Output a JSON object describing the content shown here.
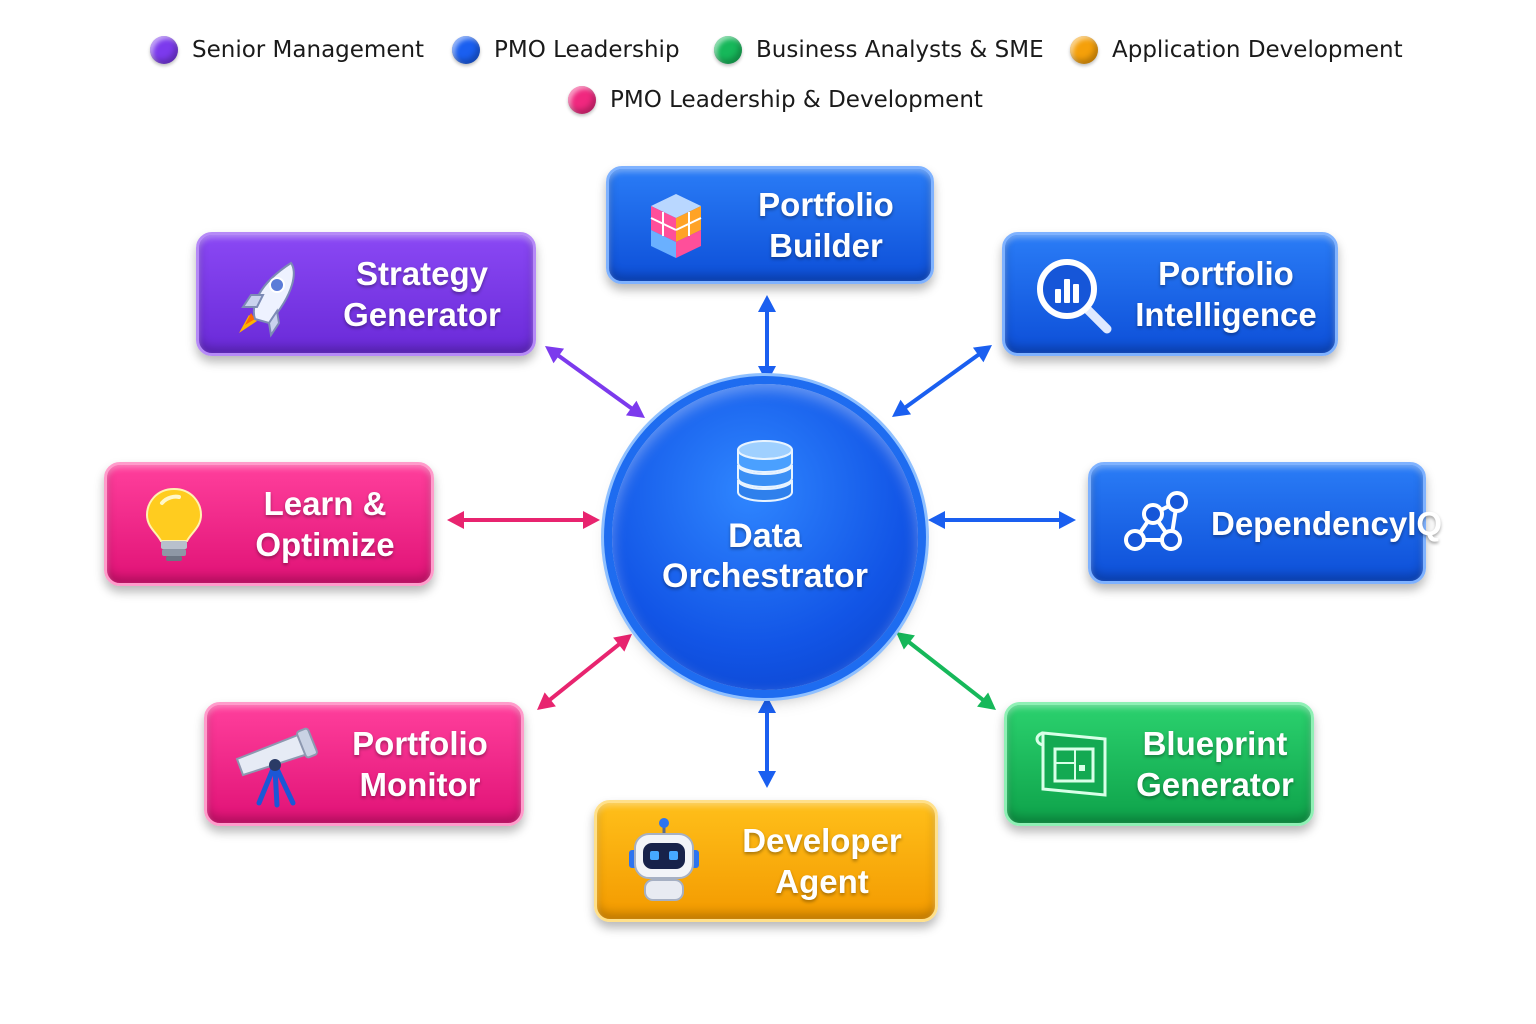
{
  "legend": [
    {
      "label": "Senior Management",
      "color": "#7c3aed"
    },
    {
      "label": "PMO Leadership",
      "color": "#1a5ff0"
    },
    {
      "label": "Business Analysts & SME",
      "color": "#16b85a"
    },
    {
      "label": "Application Development",
      "color": "#f5a00a"
    },
    {
      "label": "PMO Leadership & Development",
      "color": "#f0287f"
    }
  ],
  "hub": {
    "label": "Data\nOrchestrator",
    "icon": "database-icon"
  },
  "nodes": {
    "strategy_generator": {
      "label": "Strategy\nGenerator",
      "icon": "rocket-icon",
      "group": "Senior Management"
    },
    "portfolio_builder": {
      "label": "Portfolio\nBuilder",
      "icon": "cubes-icon",
      "group": "PMO Leadership"
    },
    "portfolio_intelligence": {
      "label": "Portfolio\nIntelligence",
      "icon": "magnifier-chart-icon",
      "group": "PMO Leadership"
    },
    "learn_optimize": {
      "label": "Learn &\nOptimize",
      "icon": "lightbulb-icon",
      "group": "PMO Leadership & Development"
    },
    "dependencyiq": {
      "label": "DependencyIQ",
      "icon": "network-graph-icon",
      "group": "PMO Leadership"
    },
    "portfolio_monitor": {
      "label": "Portfolio\nMonitor",
      "icon": "telescope-icon",
      "group": "PMO Leadership & Development"
    },
    "blueprint_generator": {
      "label": "Blueprint\nGenerator",
      "icon": "blueprint-icon",
      "group": "Business Analysts & SME"
    },
    "developer_agent": {
      "label": "Developer\nAgent",
      "icon": "robot-icon",
      "group": "Application Development"
    }
  },
  "connector_colors": {
    "strategy_generator": "#7c3aed",
    "portfolio_builder": "#1a5ff0",
    "portfolio_intelligence": "#1a5ff0",
    "learn_optimize": "#e8246f",
    "dependencyiq": "#1a5ff0",
    "portfolio_monitor": "#e8246f",
    "blueprint_generator": "#16b85a",
    "developer_agent": "#1a5ff0"
  }
}
